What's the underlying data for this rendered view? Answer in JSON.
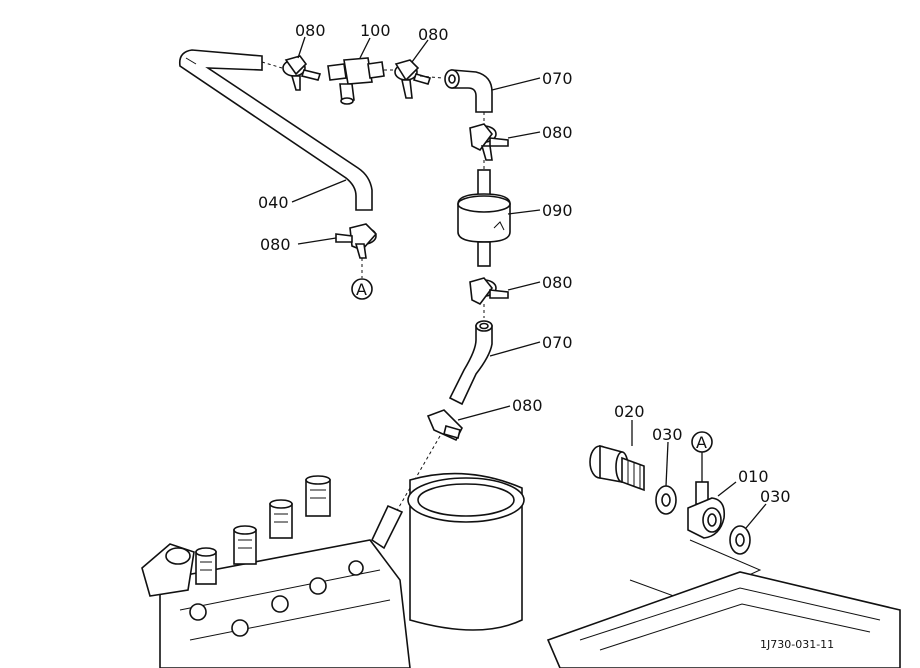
{
  "labels": {
    "p080_top_left": "080",
    "p100": "100",
    "p080_top_mid": "080",
    "p070_top": "070",
    "p080_r1": "080",
    "p090": "090",
    "p040": "040",
    "p080_left": "080",
    "p080_r2": "080",
    "p070_mid": "070",
    "p080_low": "080",
    "p020": "020",
    "p030_a": "030",
    "p010": "010",
    "p030_b": "030",
    "ref_a_left": "A",
    "ref_a_right": "A"
  },
  "drawing_code": "1J730-031-11"
}
